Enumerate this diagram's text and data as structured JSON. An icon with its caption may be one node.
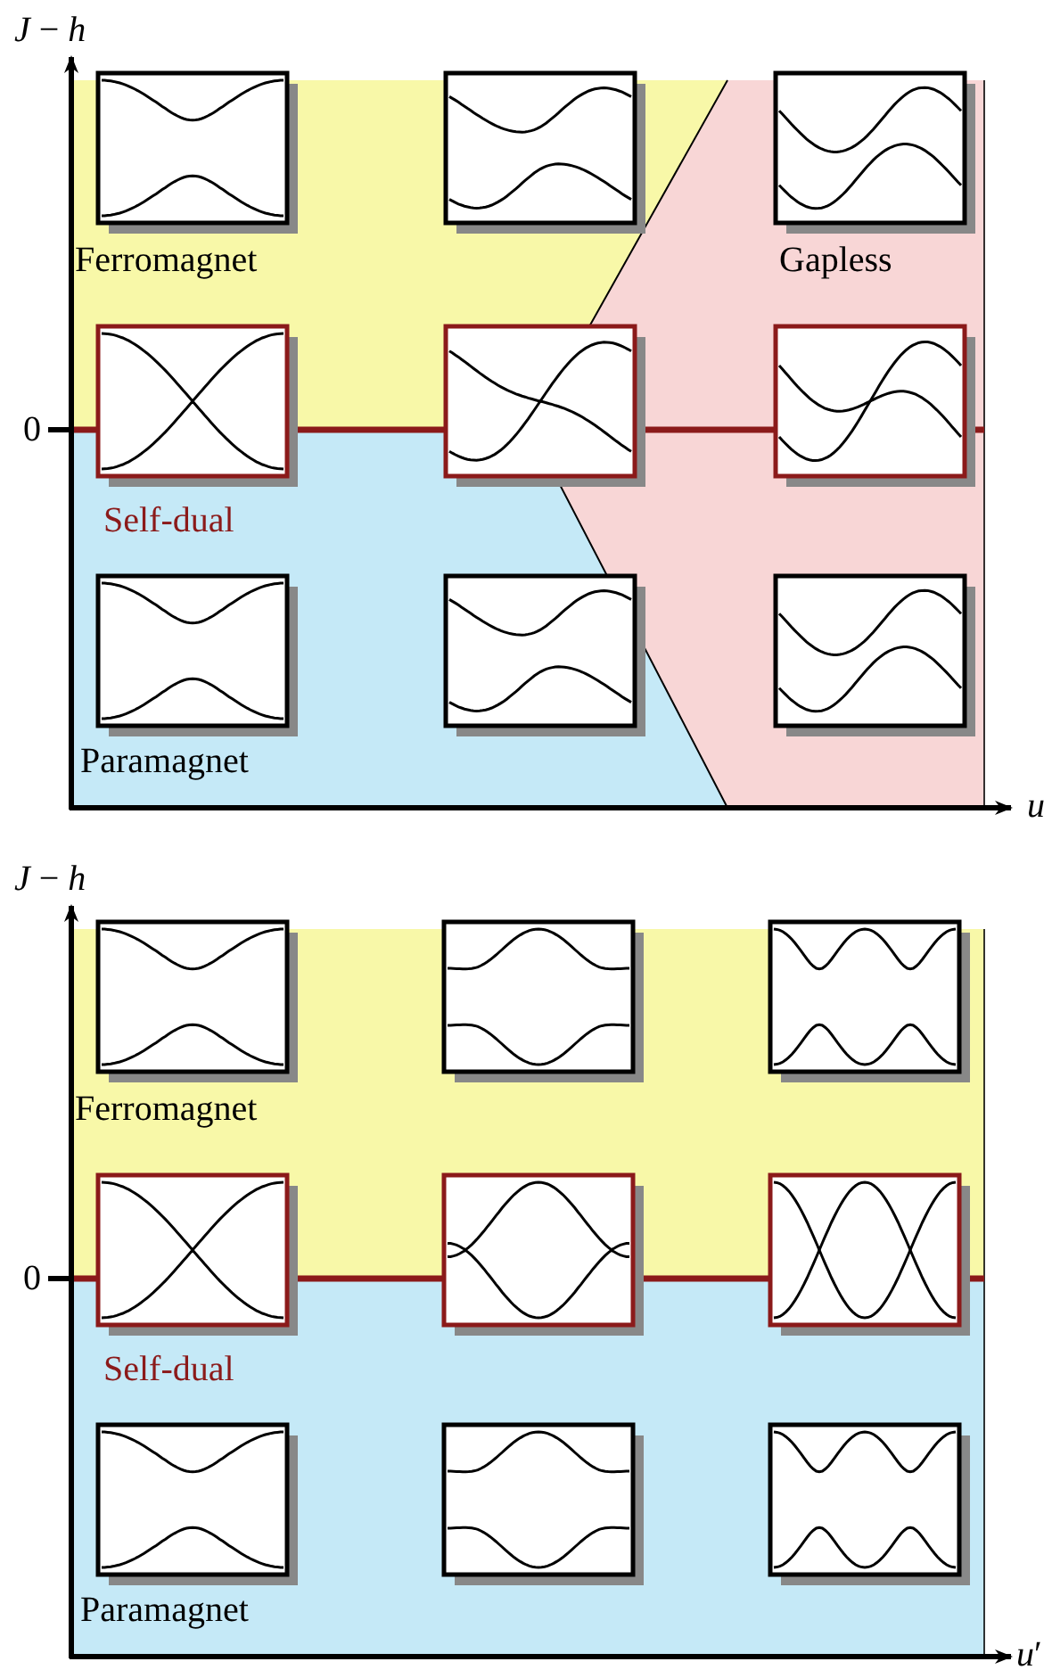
{
  "diagram": {
    "labels": [
      "*J* − *h*",
      "0",
      "Ferromagnet",
      "Gapless",
      "Self-dual",
      "Paramagnet",
      "*u*",
      "*J* − *h*",
      "0",
      "Ferromagnet",
      "Self-dual",
      "Paramagnet",
      "*u*′"
    ]
  }
}
